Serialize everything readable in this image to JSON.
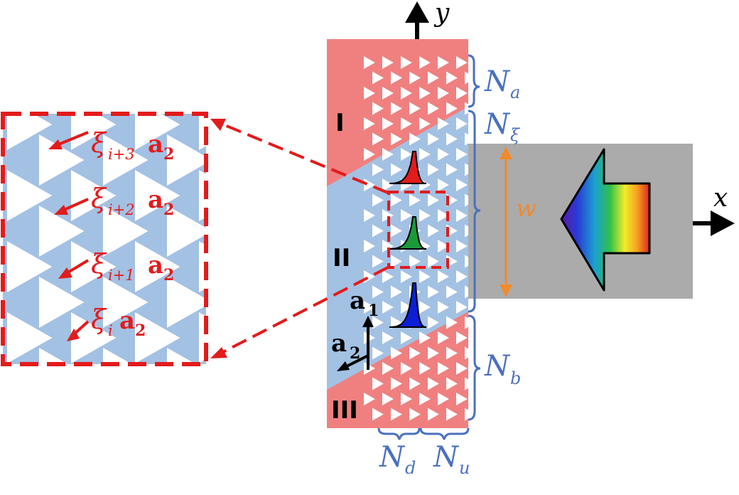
{
  "colors": {
    "pink": "#f08080",
    "blue": "#a3c1e3",
    "white": "#ffffff",
    "red": "#e31b1b",
    "braceBlue": "#4a70c0",
    "orange": "#f08a2c",
    "gray": "#ababab",
    "black": "#000000",
    "pulseRed": "#e31b1b",
    "pulseGreen": "#1b9a3a",
    "pulseBlue": "#0a1fd6"
  },
  "labels": {
    "axis_y": "y",
    "axis_x": "x",
    "region_I": "I",
    "region_II": "II",
    "region_III": "III",
    "Na_main": "N",
    "Na_sub": "a",
    "Nxi_main": "N",
    "Nxi_sub": "ξ",
    "Nb_main": "N",
    "Nb_sub": "b",
    "Nd_main": "N",
    "Nd_sub": "d",
    "Nu_main": "N",
    "Nu_sub": "u",
    "w": "w",
    "a1_main": "a",
    "a1_sub": "1",
    "a2_main": "a",
    "a2_sub": "2"
  },
  "inset_labels": [
    {
      "xi": "ξ",
      "sub": "i+3",
      "vec": "a",
      "vecsub": "2"
    },
    {
      "xi": "ξ",
      "sub": "i+2",
      "vec": "a",
      "vecsub": "2"
    },
    {
      "xi": "ξ",
      "sub": "i+1",
      "vec": "a",
      "vecsub": "2"
    },
    {
      "xi": "ξ",
      "sub": "i",
      "vec": "a",
      "vecsub": "2"
    }
  ],
  "icons": [
    "rainbow-arrow-icon",
    "red-pulse-icon",
    "green-pulse-icon",
    "blue-pulse-icon"
  ]
}
